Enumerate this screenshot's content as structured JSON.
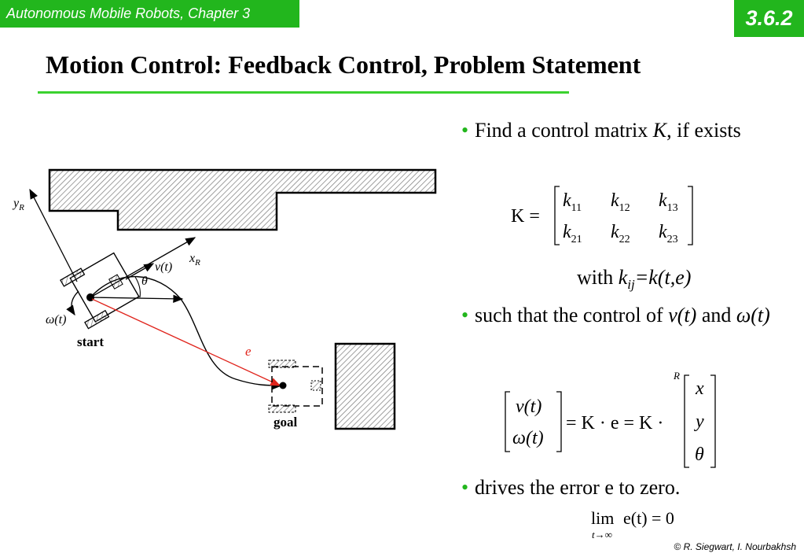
{
  "header": {
    "chapter": "Autonomous Mobile Robots, Chapter 3",
    "slide_number": "3.6.2"
  },
  "title": "Motion Control: Feedback Control, Problem Statement",
  "bullets": [
    {
      "before": "Find a control matrix ",
      "emph": "K",
      "after": ", if exists"
    },
    {
      "before": "such that the control of ",
      "emph1": "v(t)",
      "middle": " and ",
      "emph2": "ω(t)"
    },
    {
      "text": "drives the error e to zero."
    }
  ],
  "with_line": {
    "with": "with ",
    "k": "k",
    "sub": "ij",
    "rest": "=k(t,e)"
  },
  "matrix_K": {
    "lhs": "K =",
    "row1": [
      "k",
      "11",
      "k",
      "12",
      "k",
      "13"
    ],
    "row2": [
      "k",
      "21",
      "k",
      "22",
      "k",
      "23"
    ]
  },
  "control_eq": {
    "vec": [
      "v(t)",
      "ω(t)"
    ],
    "middle": "= K · e = K ·",
    "superscript": "R",
    "state": [
      "x",
      "y",
      "θ"
    ]
  },
  "limit_eq": {
    "lim": "lim",
    "under": "t→∞",
    "rest": "e(t) = 0"
  },
  "diagram": {
    "y_R": "y",
    "x_R": "x",
    "axis_sub": "R",
    "v_label": "v(t)",
    "theta_label": "θ",
    "omega_label": "ω(t)",
    "start_label": "start",
    "goal_label": "goal",
    "error_label": "e"
  },
  "colors": {
    "accent": "#22b61d",
    "error": "#e0241c"
  },
  "copyright": "© R. Siegwart, I. Nourbakhsh"
}
